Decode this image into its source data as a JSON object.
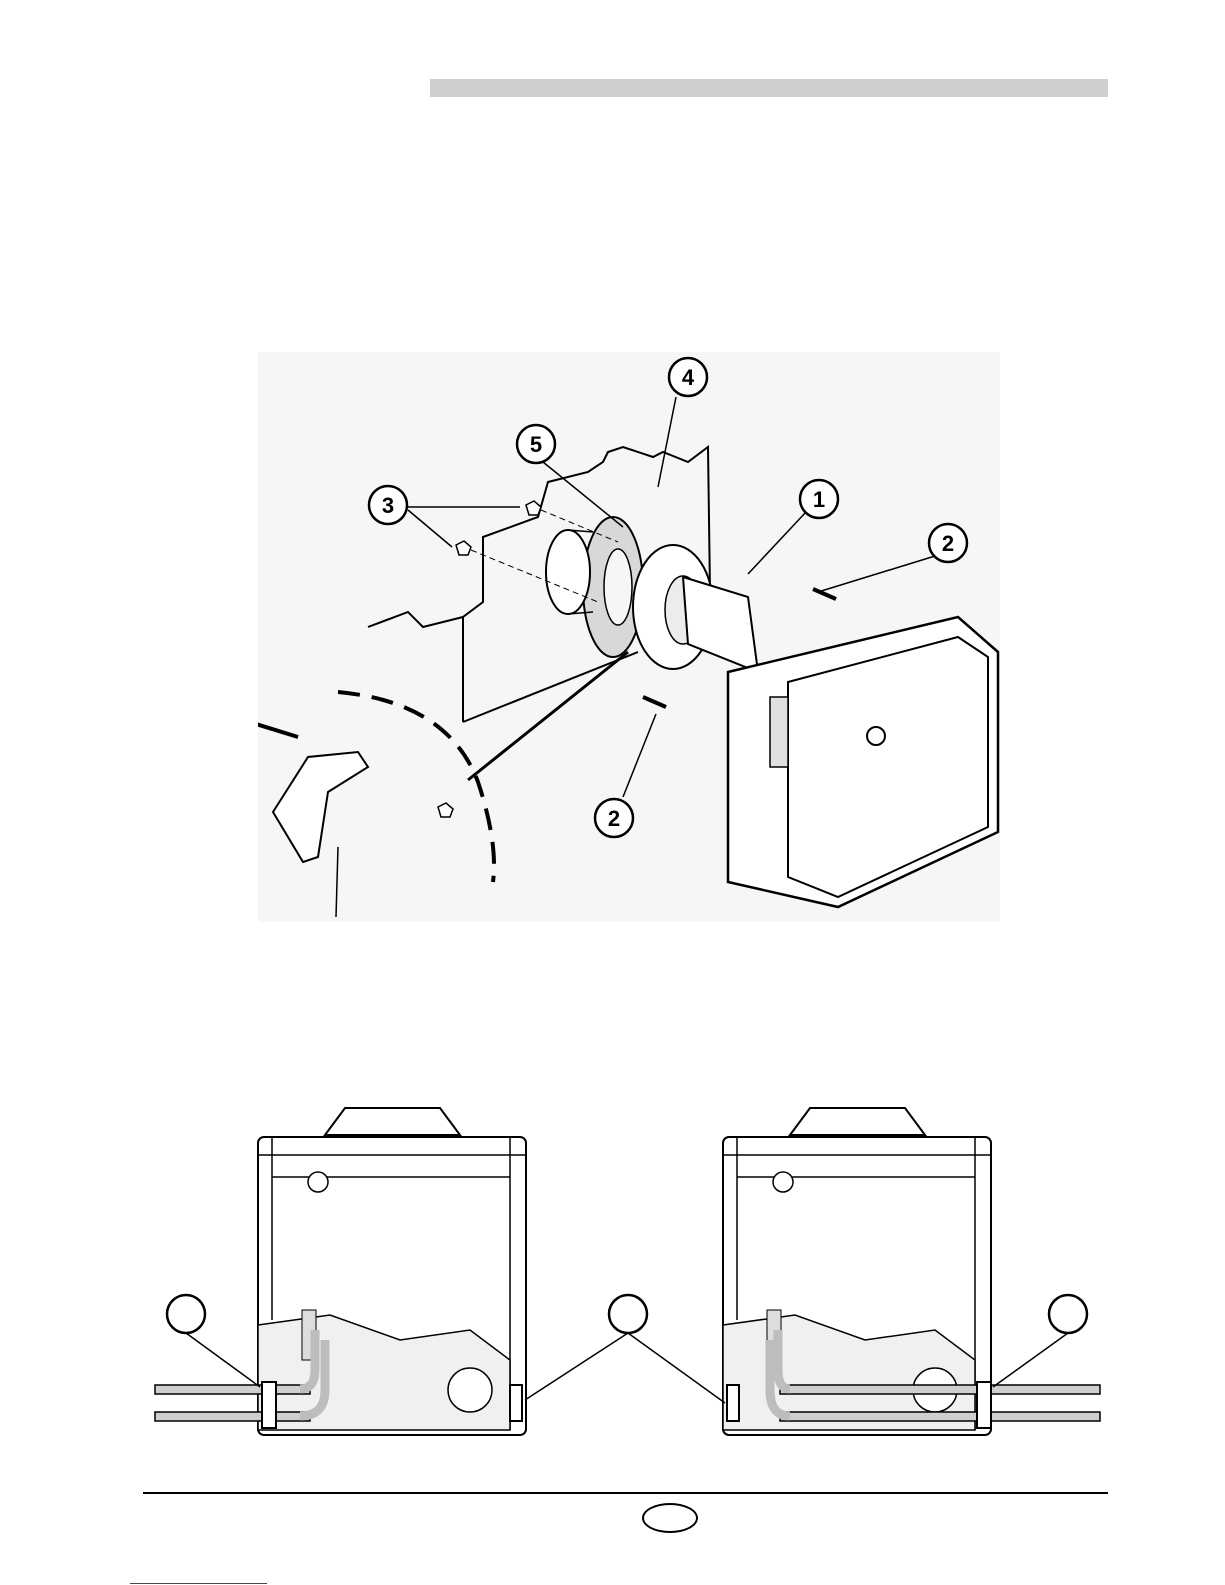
{
  "figure1": {
    "callouts": [
      {
        "id": "callout-1",
        "label": "1"
      },
      {
        "id": "callout-2a",
        "label": "2"
      },
      {
        "id": "callout-2b",
        "label": "2"
      },
      {
        "id": "callout-3",
        "label": "3"
      },
      {
        "id": "callout-4",
        "label": "4"
      },
      {
        "id": "callout-5",
        "label": "5"
      }
    ]
  },
  "figure2": {
    "callouts": [
      {
        "id": "callout-left-a",
        "label": ""
      },
      {
        "id": "callout-left-b",
        "label": ""
      },
      {
        "id": "callout-right-b",
        "label": ""
      }
    ]
  },
  "footer": {
    "page_number": ""
  },
  "colors": {
    "header_bar": "#cfcfcf",
    "figure_bg": "#f6f6f6",
    "link_line": "#1a3cff"
  }
}
